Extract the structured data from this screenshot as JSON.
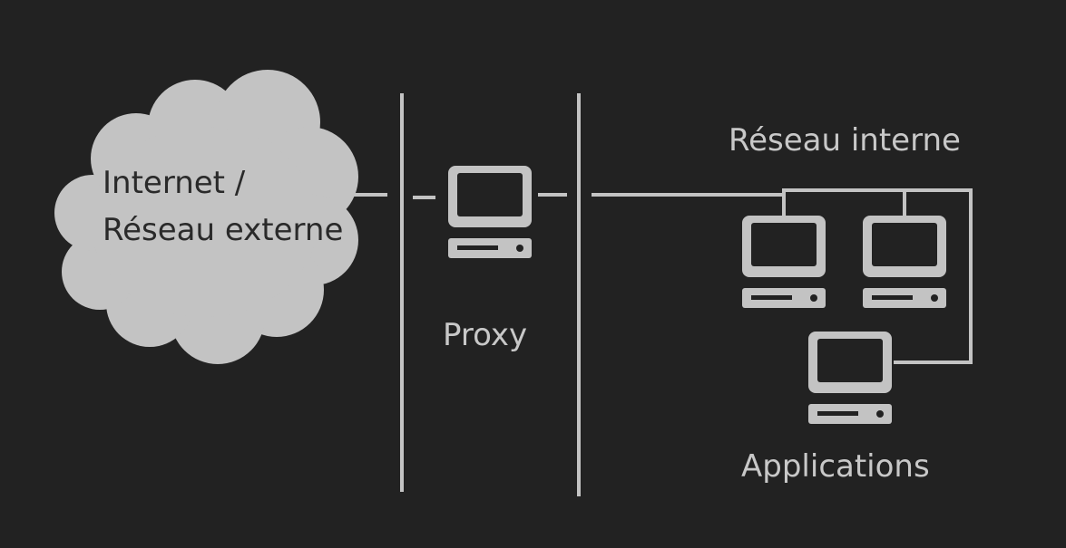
{
  "colors": {
    "background": "#222222",
    "shape_fill": "#c3c3c3",
    "line": "#c3c3c3",
    "label_text": "#c8c8c8",
    "cloud_text": "#2a2a2a",
    "screen": "#222222"
  },
  "external": {
    "line1": "Internet /",
    "line2": "Réseau externe",
    "icon": "cloud-icon"
  },
  "proxy": {
    "label": "Proxy",
    "icon": "computer-icon"
  },
  "internal": {
    "title": "Réseau interne",
    "apps_label": "Applications",
    "icon": "computer-icon"
  }
}
